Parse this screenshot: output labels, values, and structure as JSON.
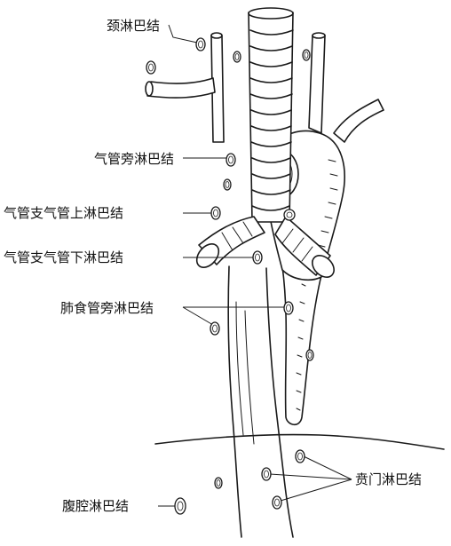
{
  "labels": {
    "cervical": "颈淋巴结",
    "paratracheal": "气管旁淋巴结",
    "superior_tracheobronchial": "气管支气管上淋巴结",
    "inferior_tracheobronchial": "气管支气管下淋巴结",
    "pulmo_esophageal": "肺食管旁淋巴结",
    "cardiac": "贲门淋巴结",
    "celiac": "腹腔淋巴结"
  },
  "colors": {
    "ink": "#1a1a1a",
    "background": "#ffffff"
  }
}
